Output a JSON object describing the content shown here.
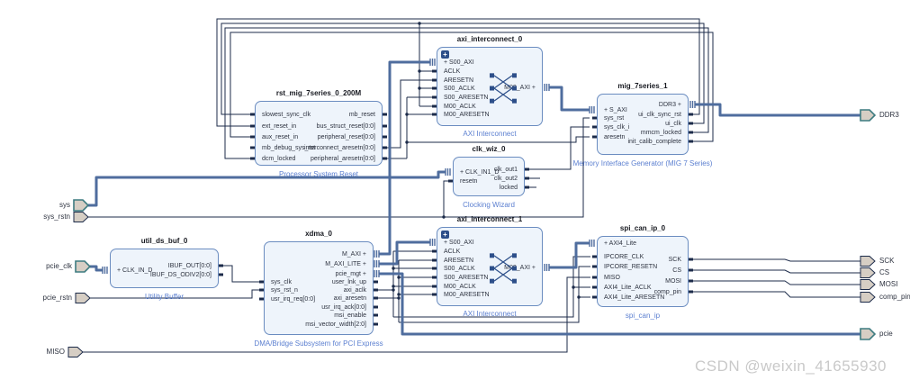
{
  "watermark": "CSDN @weixin_41655930",
  "icons": {
    "expand_plus": "+"
  },
  "external_ports": {
    "left": [
      {
        "label": "sys"
      },
      {
        "label": "sys_rstn"
      },
      {
        "label": "pcie_clk"
      },
      {
        "label": "pcie_rstn"
      },
      {
        "label": "MISO"
      }
    ],
    "right": [
      {
        "label": "DDR3"
      },
      {
        "label": "SCK"
      },
      {
        "label": "CS"
      },
      {
        "label": "MOSI"
      },
      {
        "label": "comp_pin"
      },
      {
        "label": "pcie"
      }
    ]
  },
  "blocks": {
    "proc_reset": {
      "title": "rst_mig_7series_0_200M",
      "type_label": "Processor System Reset",
      "left_ports": [
        "slowest_sync_clk",
        "ext_reset_in",
        "aux_reset_in",
        "mb_debug_sys_rst",
        "dcm_locked"
      ],
      "right_ports": [
        "mb_reset",
        "bus_struct_reset[0:0]",
        "peripheral_reset[0:0]",
        "interconnect_aresetn[0:0]",
        "peripheral_aresetn[0:0]"
      ]
    },
    "axi_interconnect_0": {
      "title": "axi_interconnect_0",
      "type_label": "AXI Interconnect",
      "left_ports": [
        "+ S00_AXI",
        "ACLK",
        "ARESETN",
        "S00_ACLK",
        "S00_ARESETN",
        "M00_ACLK",
        "M00_ARESETN"
      ],
      "right_ports": [
        "M00_AXI +"
      ]
    },
    "mig": {
      "title": "mig_7series_1",
      "type_label": "Memory Interface Generator (MIG 7 Series)",
      "left_ports": [
        "+ S_AXI",
        "sys_rst",
        "sys_clk_i",
        "aresetn"
      ],
      "right_ports": [
        "DDR3 +",
        "ui_clk_sync_rst",
        "ui_clk",
        "mmcm_locked",
        "init_calib_complete"
      ]
    },
    "clk_wiz": {
      "title": "clk_wiz_0",
      "type_label": "Clocking Wizard",
      "left_ports": [
        "+ CLK_IN1_D",
        "resetn"
      ],
      "right_ports": [
        "clk_out1",
        "clk_out2",
        "locked"
      ]
    },
    "axi_interconnect_1": {
      "title": "axi_interconnect_1",
      "type_label": "AXI Interconnect",
      "left_ports": [
        "+ S00_AXI",
        "ACLK",
        "ARESETN",
        "S00_ACLK",
        "S00_ARESETN",
        "M00_ACLK",
        "M00_ARESETN"
      ],
      "right_ports": [
        "M00_AXI +"
      ]
    },
    "util_ds_buf": {
      "title": "util_ds_buf_0",
      "type_label": "Utility Buffer",
      "left_ports": [
        "+ CLK_IN_D"
      ],
      "right_ports": [
        "IBUF_OUT[0:0]",
        "IBUF_DS_ODIV2[0:0]"
      ]
    },
    "xdma": {
      "title": "xdma_0",
      "type_label": "DMA/Bridge Subsystem for PCI Express",
      "left_ports": [
        "sys_clk",
        "sys_rst_n",
        "usr_irq_req[0:0]"
      ],
      "right_ports": [
        "M_AXI +",
        "M_AXI_LITE +",
        "pcie_mgt +",
        "user_lnk_up",
        "axi_aclk",
        "axi_aresetn",
        "usr_irq_ack[0:0]",
        "msi_enable",
        "msi_vector_width[2:0]"
      ]
    },
    "spi_can_ip": {
      "title": "spi_can_ip_0",
      "type_label": "spi_can_ip",
      "left_ports": [
        "+ AXI4_Lite",
        "IPCORE_CLK",
        "IPCORE_RESETN",
        "MISO",
        "AXI4_Lite_ACLK",
        "AXI4_Lite_ARESETN"
      ],
      "right_ports": [
        "SCK",
        "CS",
        "MOSI",
        "comp_pin"
      ]
    }
  }
}
